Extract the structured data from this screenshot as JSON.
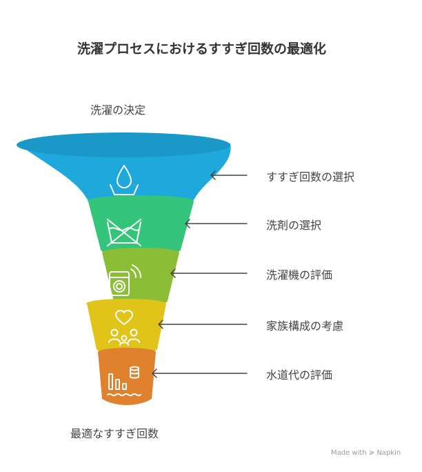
{
  "title": "洗濯プロセスにおけるすすぎ回数の最適化",
  "top_label": "洗濯の決定",
  "bottom_label": "最適なすすぎ回数",
  "stages": [
    {
      "label": "すすぎ回数の選択",
      "icon": "water-drop-icon",
      "color": "#1ea8db"
    },
    {
      "label": "洗剤の選択",
      "icon": "no-wash-icon",
      "color": "#34c47a"
    },
    {
      "label": "洗濯機の評価",
      "icon": "washing-machine-icon",
      "color": "#8bbd36"
    },
    {
      "label": "家族構成の考慮",
      "icon": "family-heart-icon",
      "color": "#e0c41a"
    },
    {
      "label": "水道代の評価",
      "icon": "water-cost-icon",
      "color": "#e0822d"
    }
  ],
  "credit": "Made with ≽ Napkin"
}
